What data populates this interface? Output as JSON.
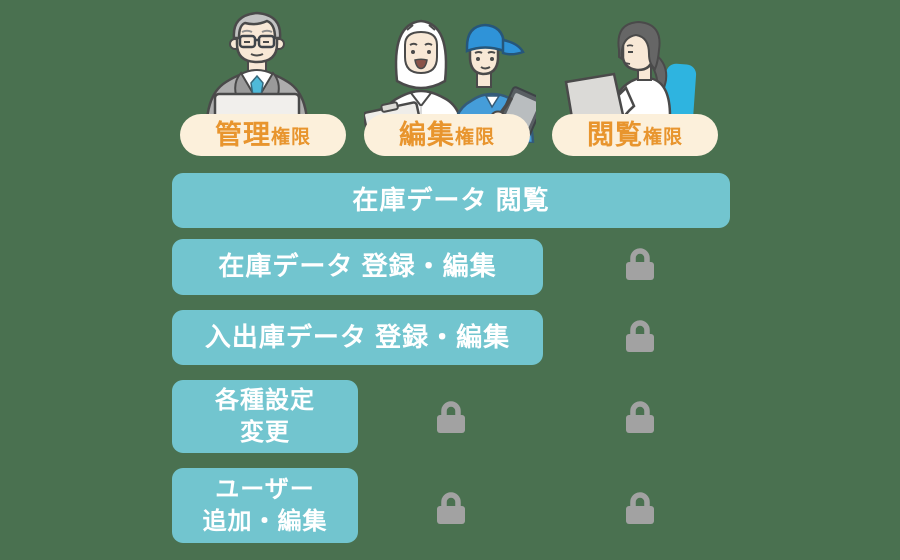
{
  "palette": {
    "background_green": "#4a7150",
    "bar_teal": "#72c5cf",
    "pill_cream": "#fcf0db",
    "pill_text_orange": "#e8952e",
    "bar_text_white": "#ffffff",
    "lock_gray": "#a2a2a2",
    "worker_blue": "#3f9ad9",
    "chair_teal": "#2eb4e0"
  },
  "columns": [
    {
      "key": "admin",
      "label_main": "管理",
      "label_suffix": "権限",
      "illustration": "suited-manager-at-laptop"
    },
    {
      "key": "editor",
      "label_main": "編集",
      "label_suffix": "権限",
      "illustration": "factory-worker-and-technician"
    },
    {
      "key": "viewer",
      "label_main": "閲覧",
      "label_suffix": "権限",
      "illustration": "woman-at-laptop-on-chair"
    }
  ],
  "rows": [
    {
      "label": "在庫データ 閲覧",
      "allowed": [
        "admin",
        "editor",
        "viewer"
      ],
      "locked": []
    },
    {
      "label": "在庫データ 登録・編集",
      "allowed": [
        "admin",
        "editor"
      ],
      "locked": [
        "viewer"
      ]
    },
    {
      "label": "入出庫データ 登録・編集",
      "allowed": [
        "admin",
        "editor"
      ],
      "locked": [
        "viewer"
      ]
    },
    {
      "line1": "各種設定",
      "line2": "変更",
      "allowed": [
        "admin"
      ],
      "locked": [
        "editor",
        "viewer"
      ]
    },
    {
      "line1": "ユーザー",
      "line2": "追加・編集",
      "allowed": [
        "admin"
      ],
      "locked": [
        "editor",
        "viewer"
      ]
    }
  ],
  "icons": {
    "lock": "lock-icon"
  }
}
